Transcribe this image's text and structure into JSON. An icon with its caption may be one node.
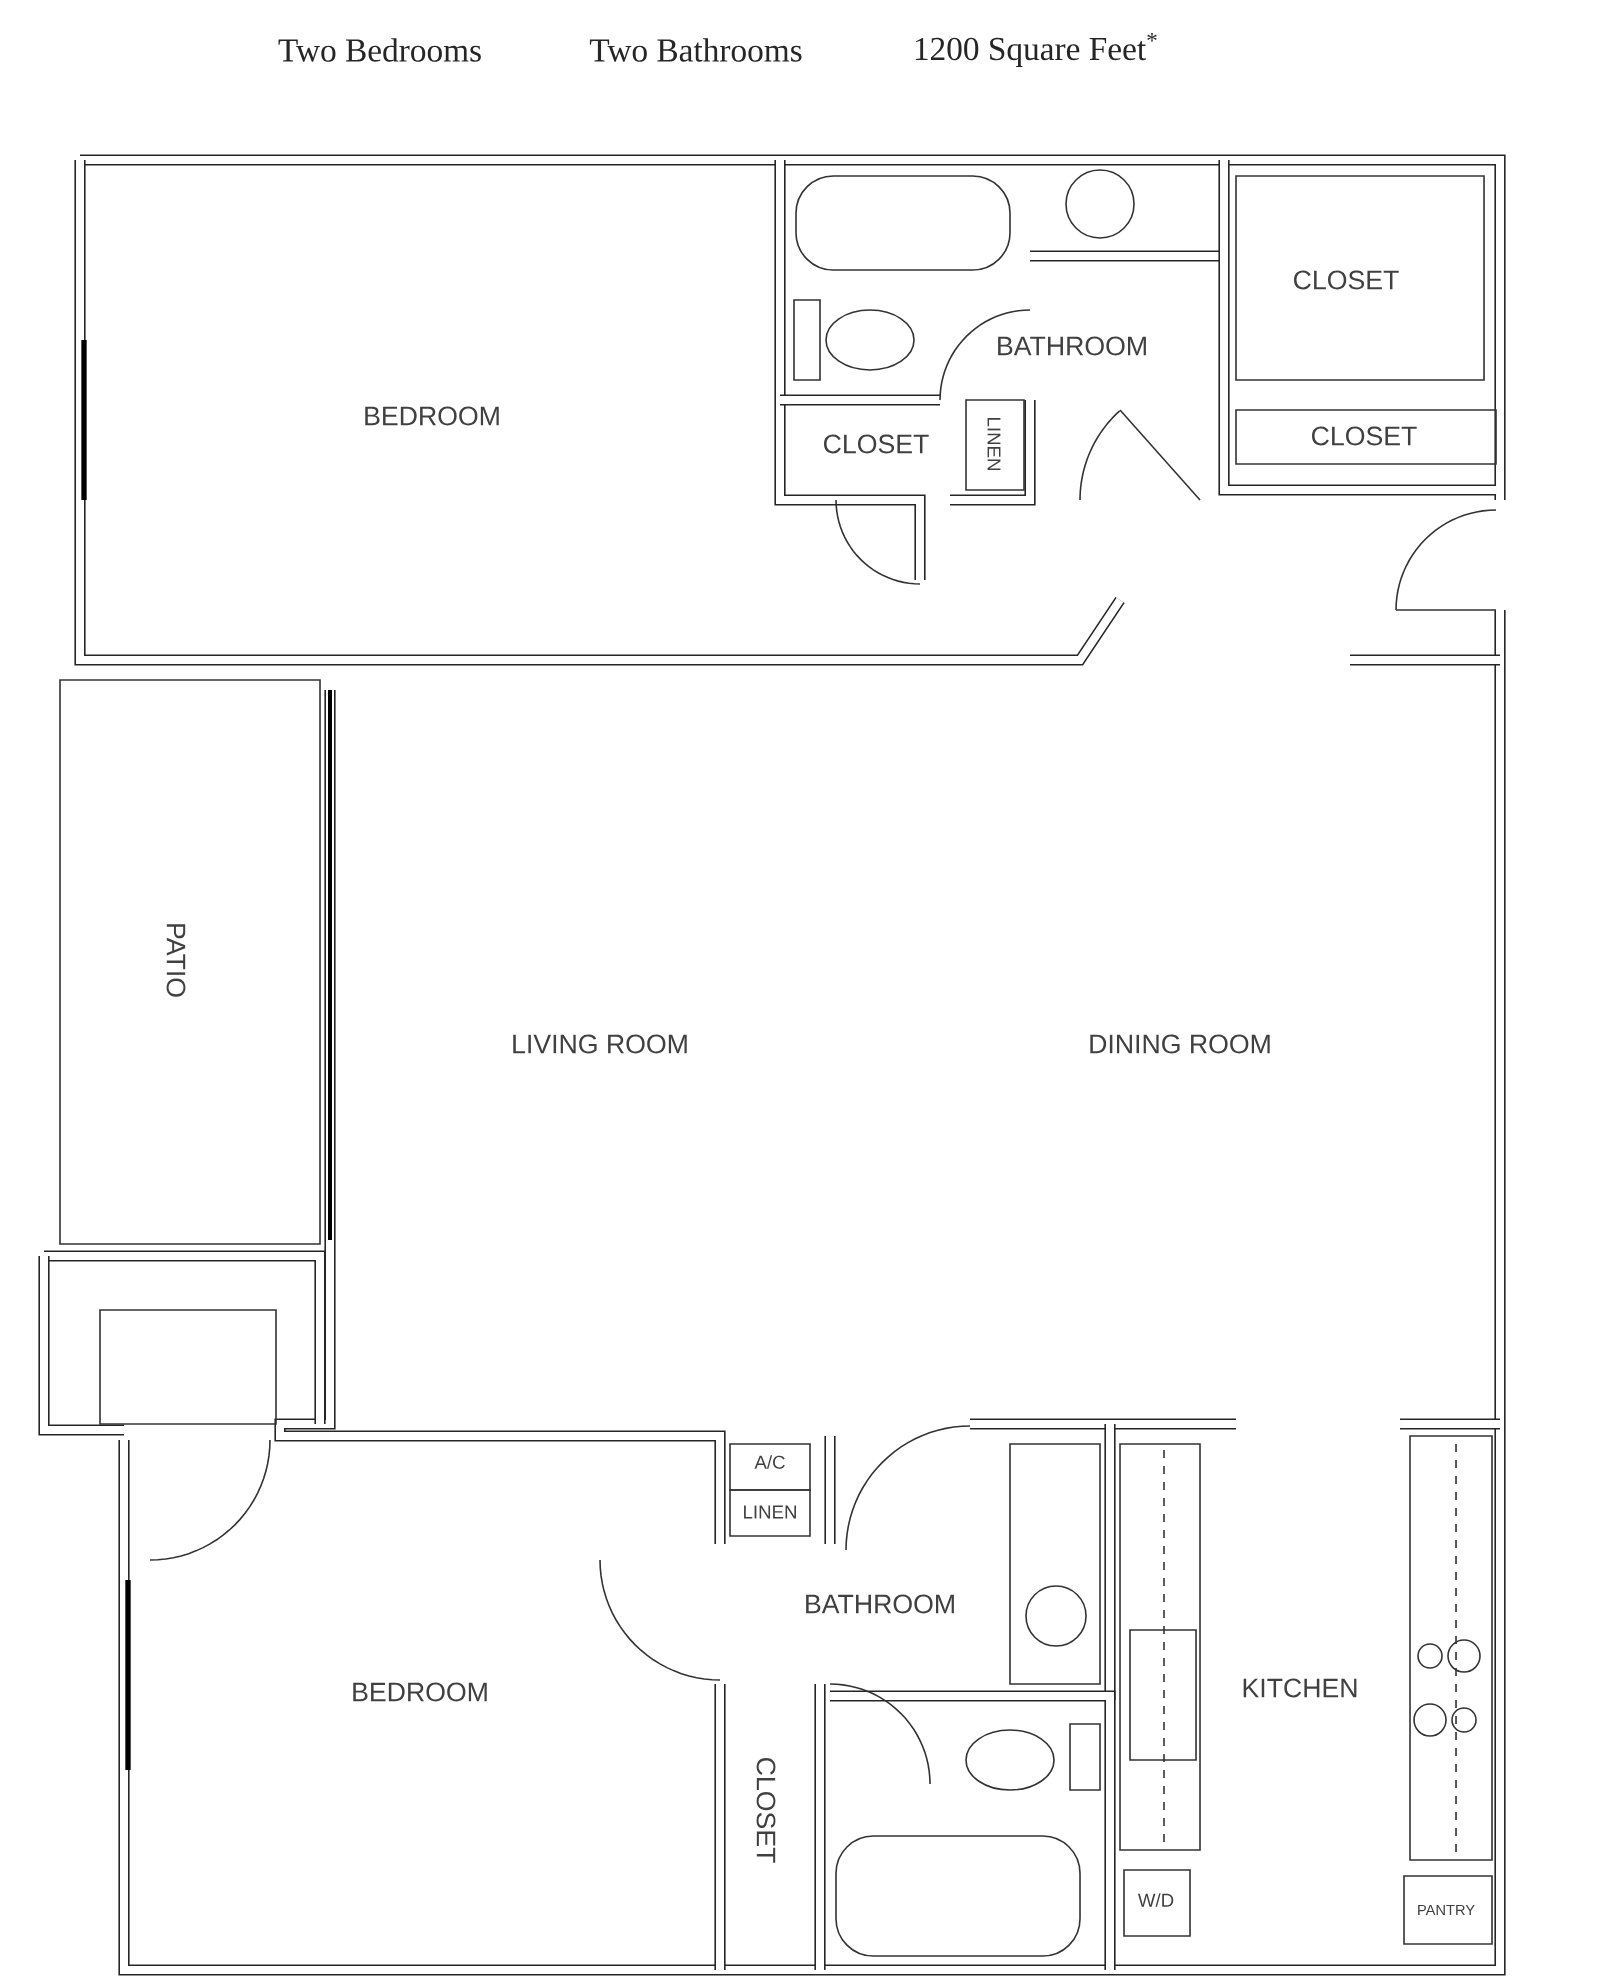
{
  "diagram": {
    "labels": [
      "Two Bedrooms",
      "Two Bathrooms",
      "1200 Square Feet$^{*}$",
      "CLOSET",
      "BATHROOM",
      "BEDROOM",
      "CLOSET",
      "LINEN",
      "CLOSET",
      "PATIO",
      "LIVING ROOM",
      "DINING ROOM",
      "A/C",
      "LINEN",
      "BATHROOM",
      "BEDROOM",
      "KITCHEN",
      "CLOSET",
      "W/D",
      "PANTRY"
    ]
  }
}
